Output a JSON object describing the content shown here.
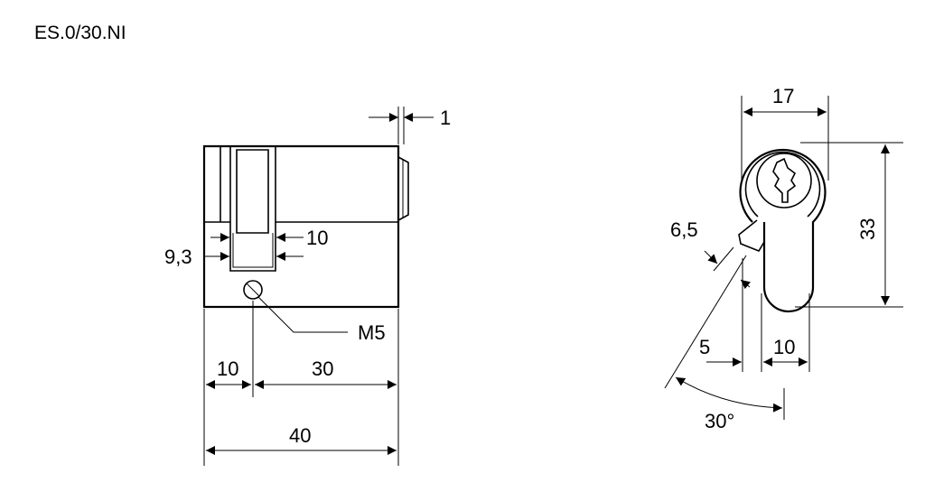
{
  "title": "ES.0/30.NI",
  "side_view": {
    "dim_top_gap": "1",
    "dim_cam_width": "10",
    "dim_cam_offset": "9,3",
    "screw_label": "M5",
    "dim_left": "10",
    "dim_right": "30",
    "dim_total": "40"
  },
  "front_view": {
    "dim_width": "17",
    "dim_height": "33",
    "dim_cam": "6,5",
    "dim_five": "5",
    "dim_ten": "10",
    "dim_angle": "30°"
  }
}
